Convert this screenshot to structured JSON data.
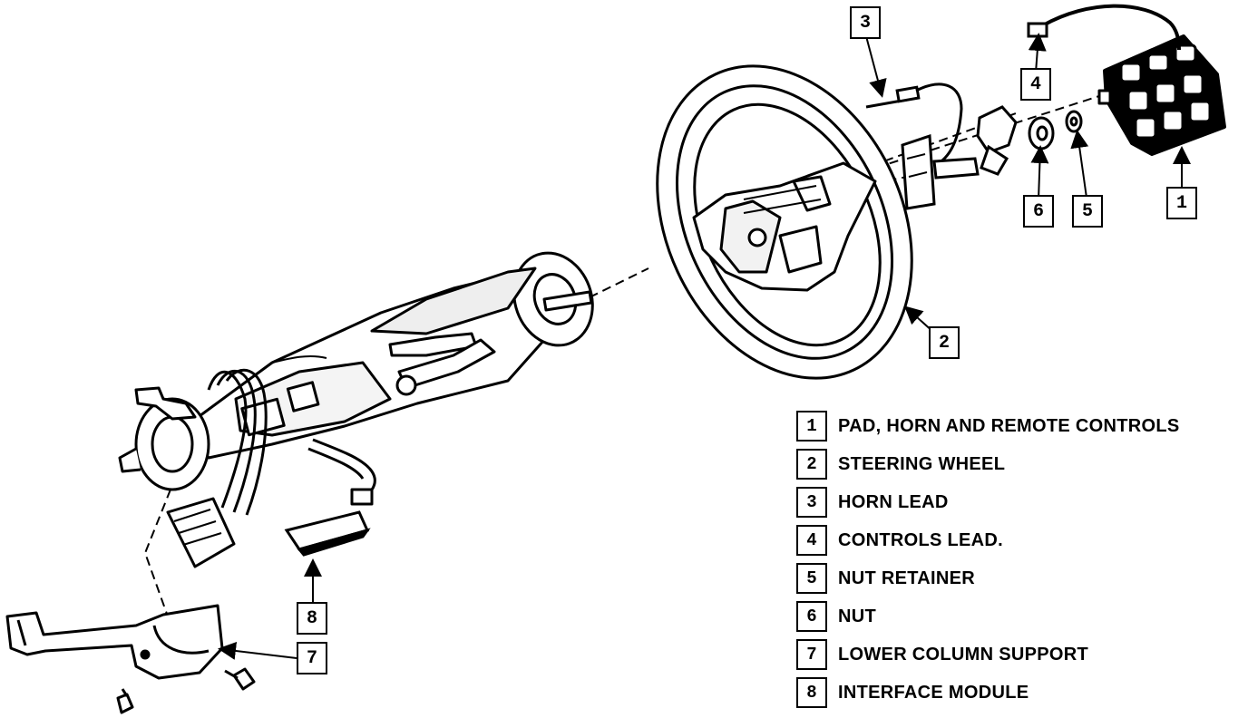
{
  "callouts": {
    "c1": "1",
    "c2": "2",
    "c3": "3",
    "c4": "4",
    "c5": "5",
    "c6": "6",
    "c7": "7",
    "c8": "8"
  },
  "legend": [
    {
      "num": "1",
      "text": "PAD, HORN AND REMOTE CONTROLS"
    },
    {
      "num": "2",
      "text": "STEERING WHEEL"
    },
    {
      "num": "3",
      "text": "HORN LEAD"
    },
    {
      "num": "4",
      "text": "CONTROLS LEAD."
    },
    {
      "num": "5",
      "text": "NUT RETAINER"
    },
    {
      "num": "6",
      "text": "NUT"
    },
    {
      "num": "7",
      "text": "LOWER COLUMN SUPPORT"
    },
    {
      "num": "8",
      "text": "INTERFACE MODULE"
    }
  ]
}
